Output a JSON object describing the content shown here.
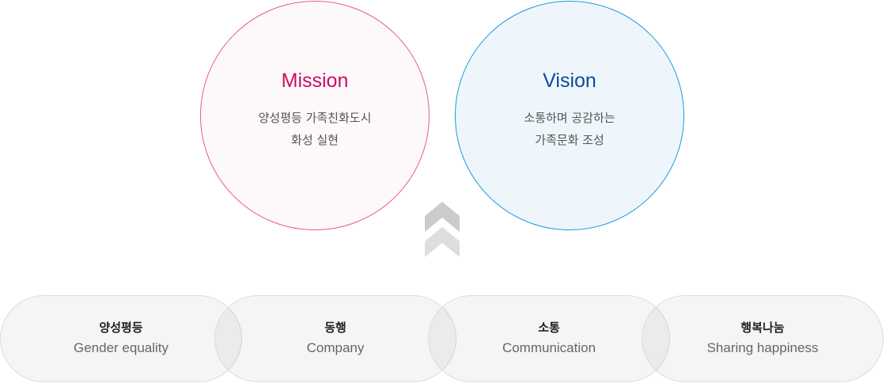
{
  "mission": {
    "title": "Mission",
    "lines": [
      "양성평등 가족친화도시",
      "화성 실현"
    ]
  },
  "vision": {
    "title": "Vision",
    "lines": [
      "소통하며 공감하는",
      "가족문화 조성"
    ]
  },
  "arrow_icon": "double-chevron-up-icon",
  "values": [
    {
      "ko": "양성평등",
      "en": "Gender equality"
    },
    {
      "ko": "동행",
      "en": "Company"
    },
    {
      "ko": "소통",
      "en": "Communication"
    },
    {
      "ko": "행복나눔",
      "en": "Sharing happiness"
    }
  ],
  "colors": {
    "mission": "#cc0d63",
    "vision": "#0d4a9a"
  }
}
